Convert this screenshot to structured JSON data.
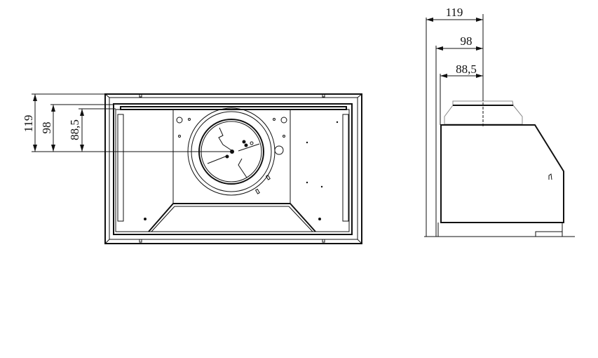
{
  "front_view": {
    "dimensions": [
      {
        "label": "119",
        "value": 119
      },
      {
        "label": "98",
        "value": 98
      },
      {
        "label": "88,5",
        "value": 88.5
      }
    ]
  },
  "side_view": {
    "dimensions": [
      {
        "label": "119",
        "value": 119
      },
      {
        "label": "98",
        "value": 98
      },
      {
        "label": "88,5",
        "value": 88.5
      }
    ]
  }
}
